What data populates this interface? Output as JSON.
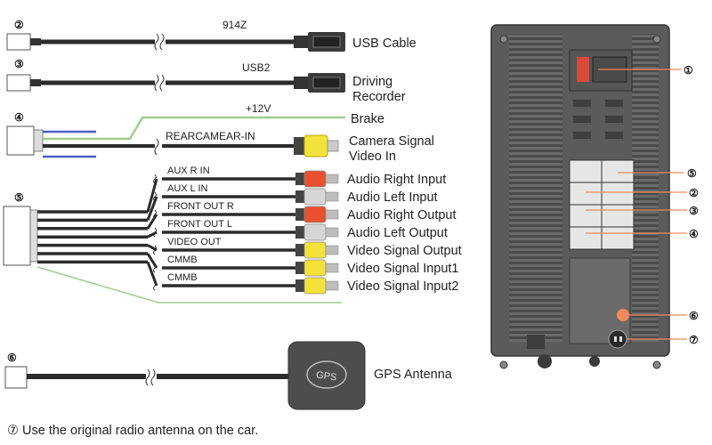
{
  "cables": [
    {
      "marker": "②",
      "cable_label": "914Z",
      "end_label": "USB Cable"
    },
    {
      "marker": "③",
      "cable_label": "USB2",
      "end_label_line1": "Driving",
      "end_label_line2": "Recorder"
    },
    {
      "marker": "④",
      "power_label": "+12V",
      "brake_label": "Brake",
      "camera_wire_label": "REARCAMEAR-IN",
      "camera_line1": "Camera Signal",
      "camera_line2": "Video In"
    }
  ],
  "harness_marker": "⑤",
  "harness": [
    {
      "wire_label": "AUX R IN",
      "output_label": "Audio Right Input",
      "plug_color": "#e8502f"
    },
    {
      "wire_label": "AUX L IN",
      "output_label": "Audio Left Input",
      "plug_color": "#d6d6d6"
    },
    {
      "wire_label": "FRONT OUT R",
      "output_label": "Audio Right Output",
      "plug_color": "#e8502f"
    },
    {
      "wire_label": "FRONT OUT L",
      "output_label": "Audio Left Output",
      "plug_color": "#d6d6d6"
    },
    {
      "wire_label": "VIDEO OUT",
      "output_label": "Video Signal Output",
      "plug_color": "#f3e23a"
    },
    {
      "wire_label": "CMMB",
      "output_label": "Video Signal Input1",
      "plug_color": "#f3e23a"
    },
    {
      "wire_label": "CMMB",
      "output_label": "Video Signal Input2",
      "plug_color": "#f3e23a"
    }
  ],
  "gps": {
    "marker": "⑥",
    "label": "GPS Antenna",
    "module_text": "GPS"
  },
  "panel_callouts": [
    "①",
    "⑤",
    "②",
    "③",
    "④",
    "⑥",
    "⑦"
  ],
  "note": "⑦ Use the original radio antenna on the car.",
  "colors": {
    "wire": "#2b2b2b",
    "brake_wire": "#9fce8f",
    "power_wire": "#4a5fc4",
    "panel": "#5b5b5b",
    "accent": "#f08a5c"
  }
}
